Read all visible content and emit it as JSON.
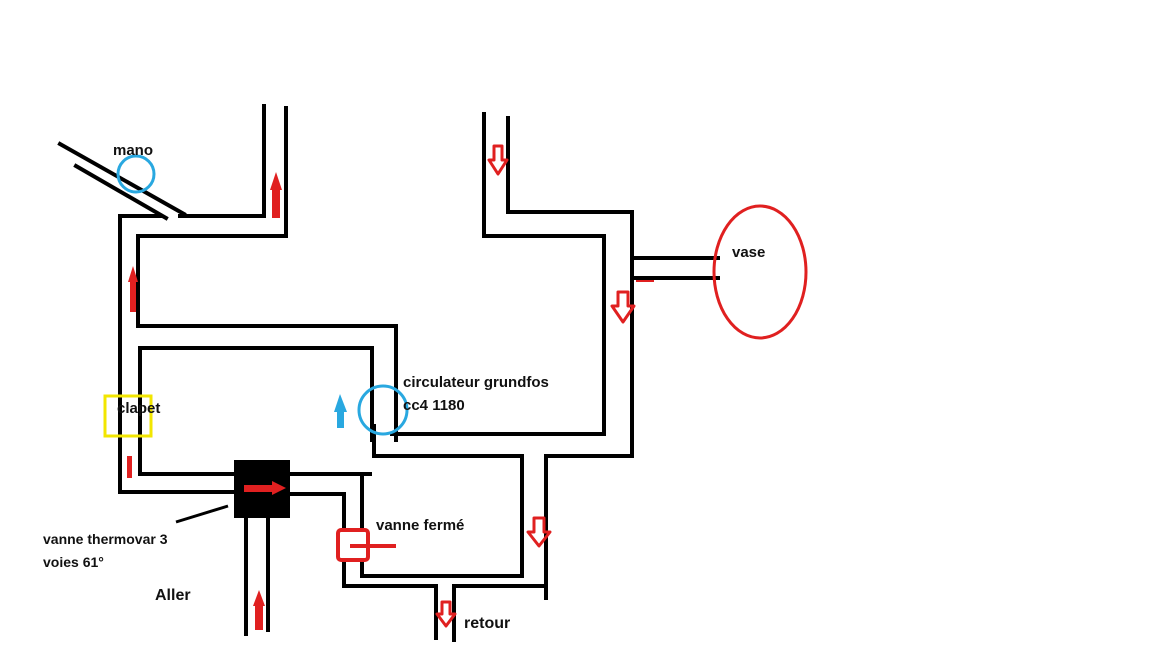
{
  "labels": {
    "mano": "mano",
    "vase": "vase",
    "circulateur_line1": "circulateur  grundfos",
    "circulateur_line2": "cc4 1180",
    "clapet": "clapet",
    "vanne_ferme": "vanne fermé",
    "vanne_thermovar_line1": "vanne thermovar 3",
    "vanne_thermovar_line2": "voies 61°",
    "aller": "Aller",
    "retour": "retour"
  },
  "colors": {
    "pipe": "#000000",
    "flow_arrow": "#e02020",
    "circulator_arrow": "#29a8e0",
    "mano_circle": "#29a8e0",
    "circulator_circle": "#29a8e0",
    "clapet_box": "#f2e600",
    "vase_ellipse": "#e02020",
    "vanne_box": "#e02020",
    "thermovar_body": "#000000"
  }
}
